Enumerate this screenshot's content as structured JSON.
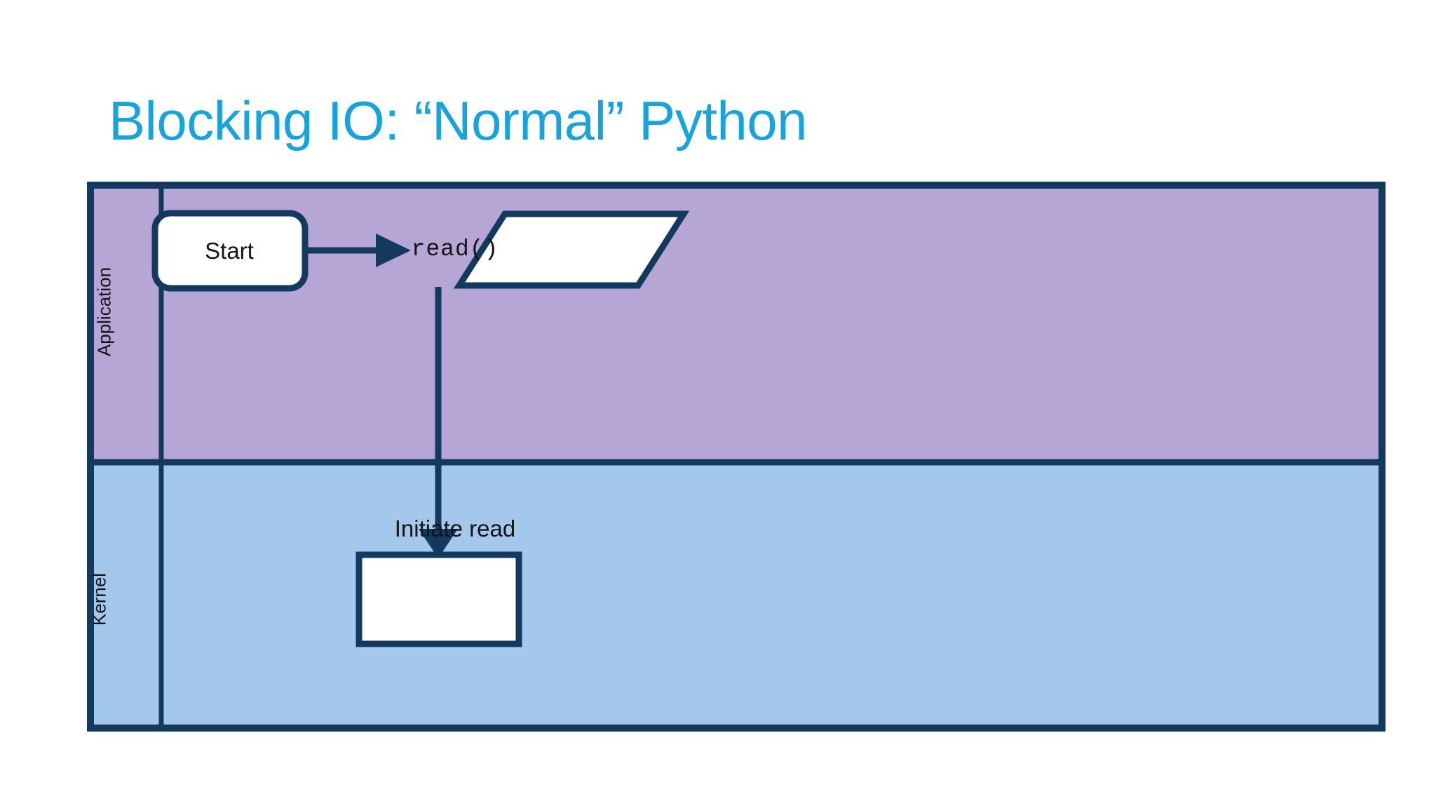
{
  "slide": {
    "title": "Blocking IO: “Normal” Python",
    "title_color": "#19A3DC",
    "background_color": "#FFFFFF"
  },
  "diagram": {
    "type": "swimlane-flowchart",
    "stroke_color": "#13395F",
    "node_fill": "#FFFFFF",
    "lanes": [
      {
        "id": "application",
        "label": "Application",
        "fill": "#B5A6D5",
        "label_orientation": "vertical-bottom-to-top"
      },
      {
        "id": "kernel",
        "label": "Kernel",
        "fill": "#A4C8EB",
        "label_orientation": "vertical-bottom-to-top"
      }
    ],
    "nodes": [
      {
        "id": "start",
        "label": "Start",
        "shape": "rounded-rectangle",
        "lane": "application",
        "font": "sans"
      },
      {
        "id": "read",
        "label": "read()",
        "shape": "parallelogram",
        "lane": "application",
        "font": "mono"
      },
      {
        "id": "initiate-read",
        "label": "Initiate read",
        "shape": "rectangle",
        "lane": "kernel",
        "font": "sans"
      }
    ],
    "edges": [
      {
        "id": "start-to-read",
        "from": "start",
        "to": "read",
        "direction": "right",
        "arrowhead": "filled-triangle"
      },
      {
        "id": "read-to-initiate-read",
        "from": "read",
        "to": "initiate-read",
        "direction": "down",
        "arrowhead": "filled-triangle"
      }
    ]
  }
}
